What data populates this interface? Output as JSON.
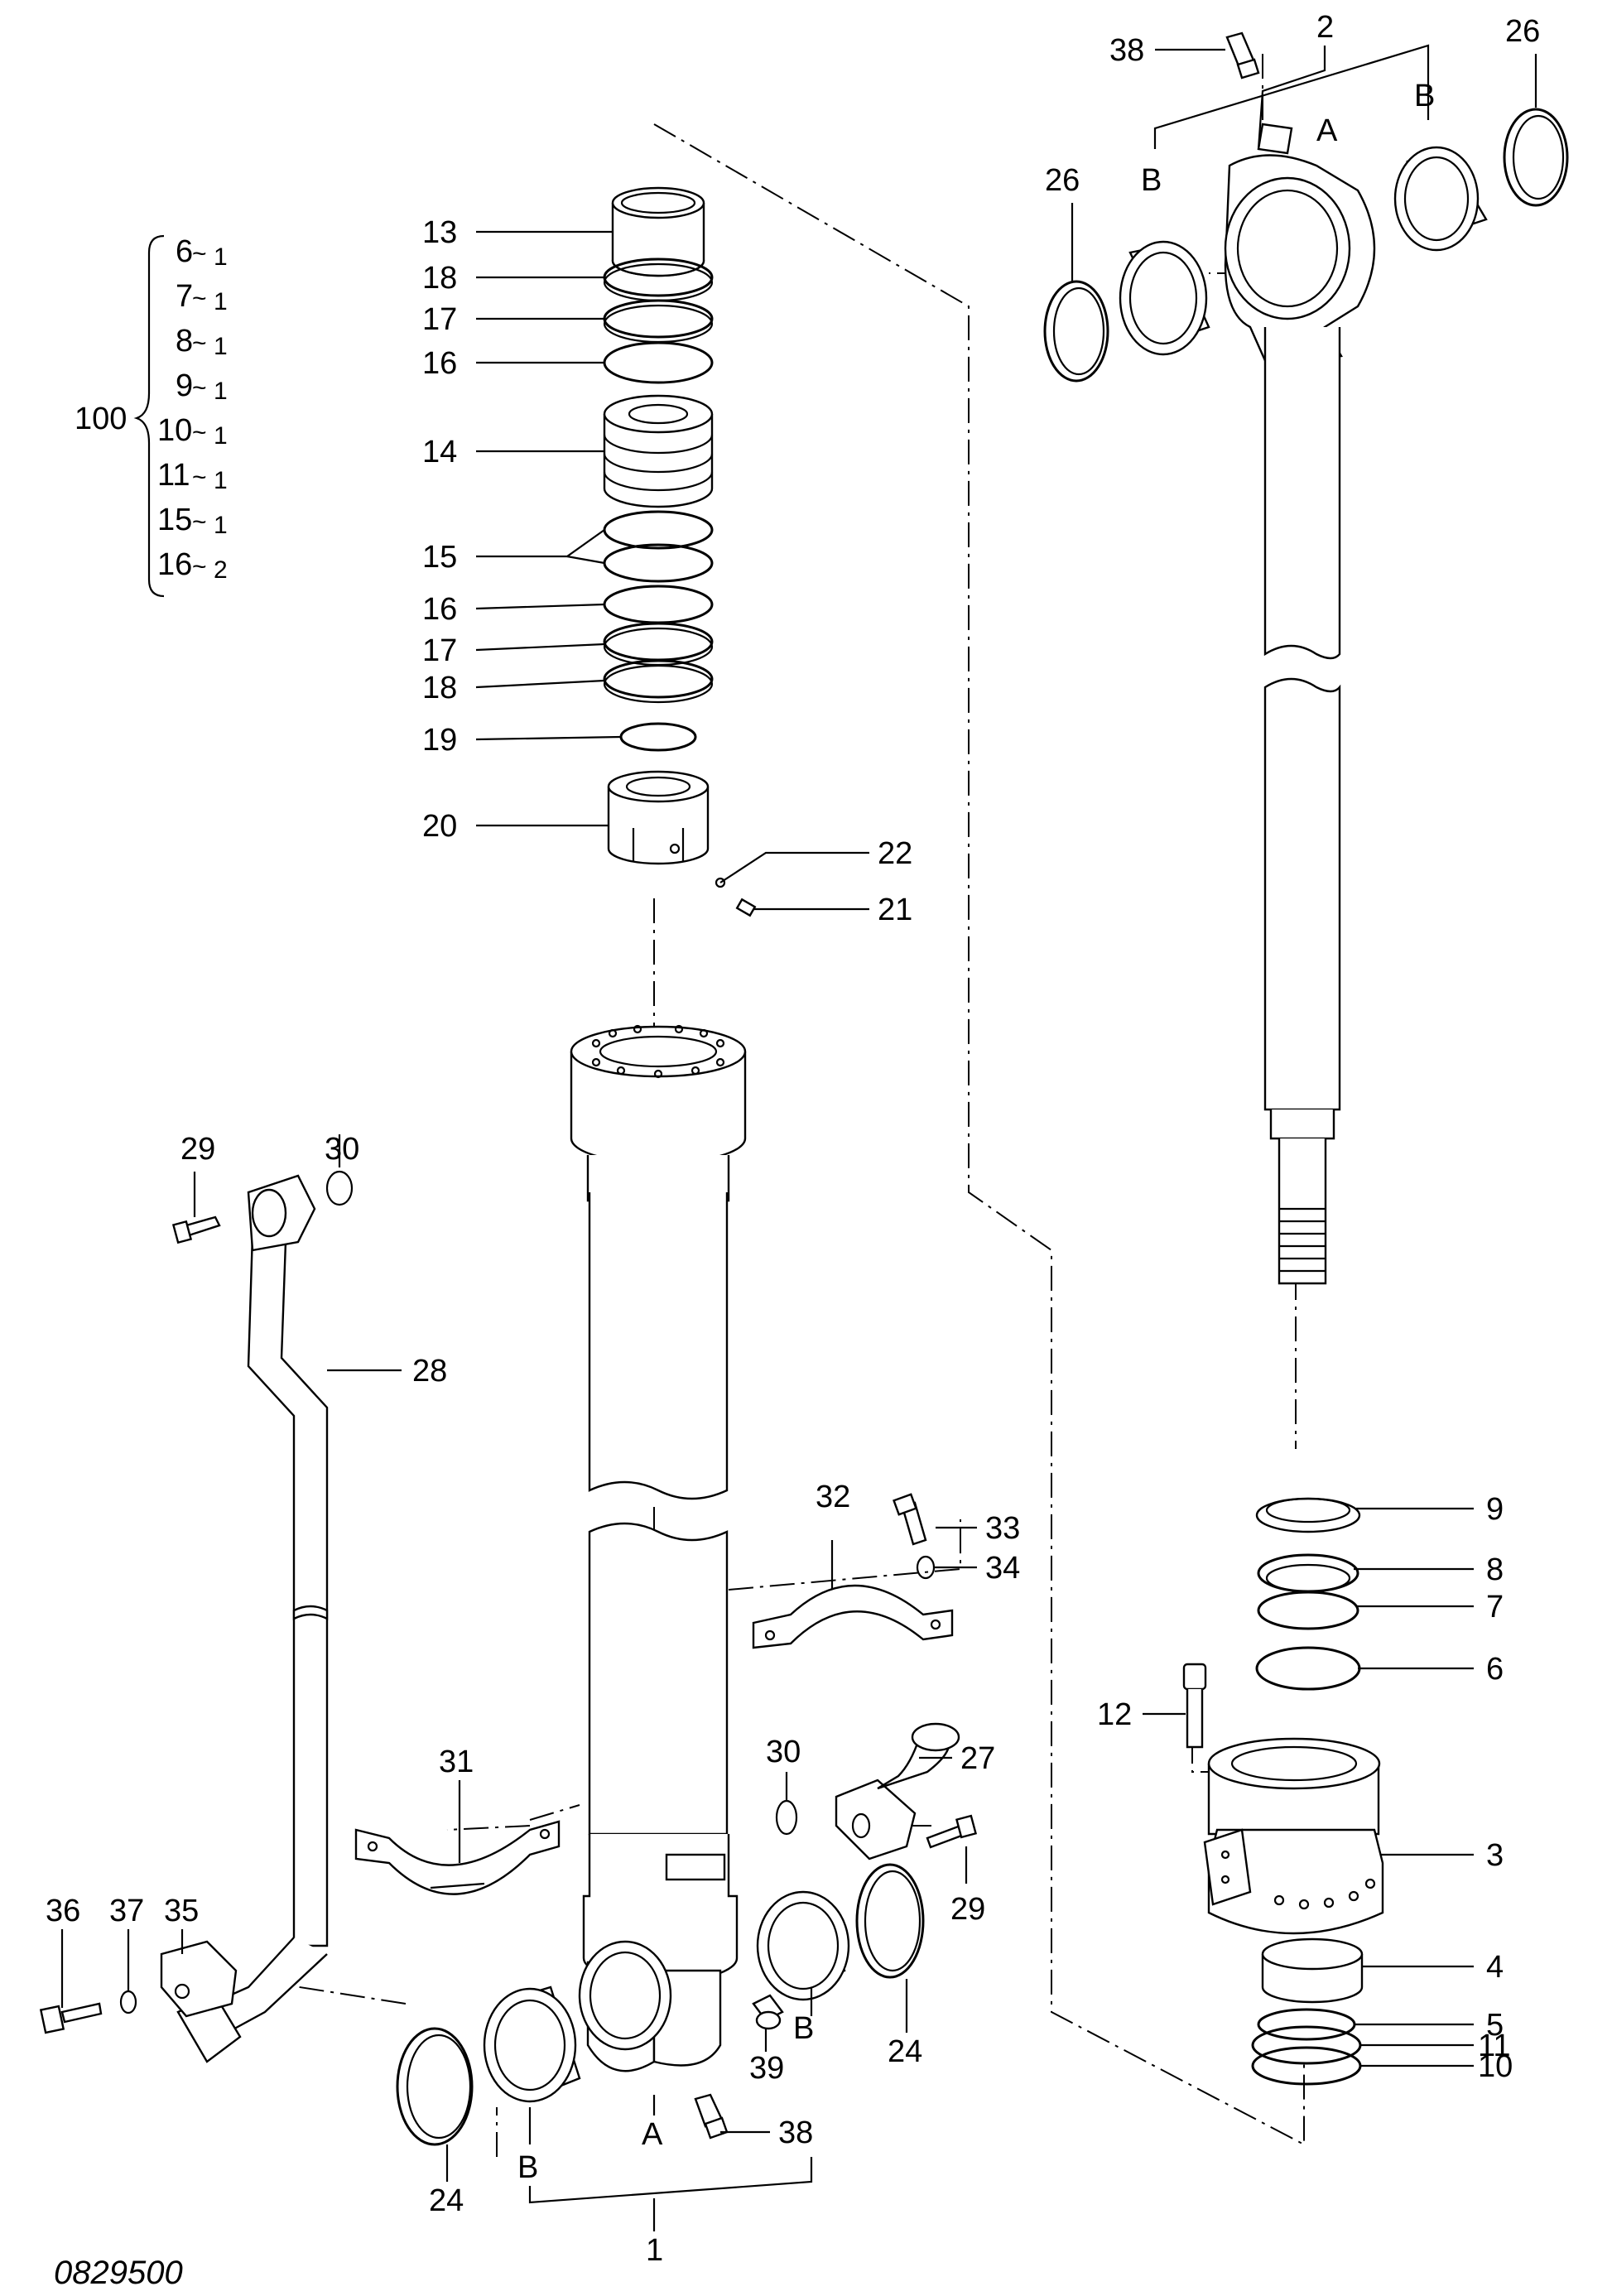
{
  "diagram": {
    "drawing_code": "0829500",
    "kit": {
      "number": "100",
      "items": [
        {
          "part": "6",
          "qty": "1"
        },
        {
          "part": "7",
          "qty": "1"
        },
        {
          "part": "8",
          "qty": "1"
        },
        {
          "part": "9",
          "qty": "1"
        },
        {
          "part": "10",
          "qty": "1"
        },
        {
          "part": "11",
          "qty": "1"
        },
        {
          "part": "15",
          "qty": "1"
        },
        {
          "part": "16",
          "qty": "2"
        }
      ]
    },
    "callouts": {
      "p1": "1",
      "p2": "2",
      "p3": "3",
      "p4": "4",
      "p5": "5",
      "p6": "6",
      "p7": "7",
      "p8": "8",
      "p9": "9",
      "p10": "10",
      "p11": "11",
      "p12": "12",
      "p13": "13",
      "p14": "14",
      "p15": "15",
      "p16": "16",
      "p17": "17",
      "p18": "18",
      "p19": "19",
      "p20": "20",
      "p21": "21",
      "p22": "22",
      "p24": "24",
      "p26": "26",
      "p27": "27",
      "p28": "28",
      "p29": "29",
      "p30": "30",
      "p31": "31",
      "p32": "32",
      "p33": "33",
      "p34": "34",
      "p35": "35",
      "p36": "36",
      "p37": "37",
      "p38": "38",
      "p39": "39"
    },
    "markers": {
      "a": "A",
      "b": "B"
    }
  }
}
